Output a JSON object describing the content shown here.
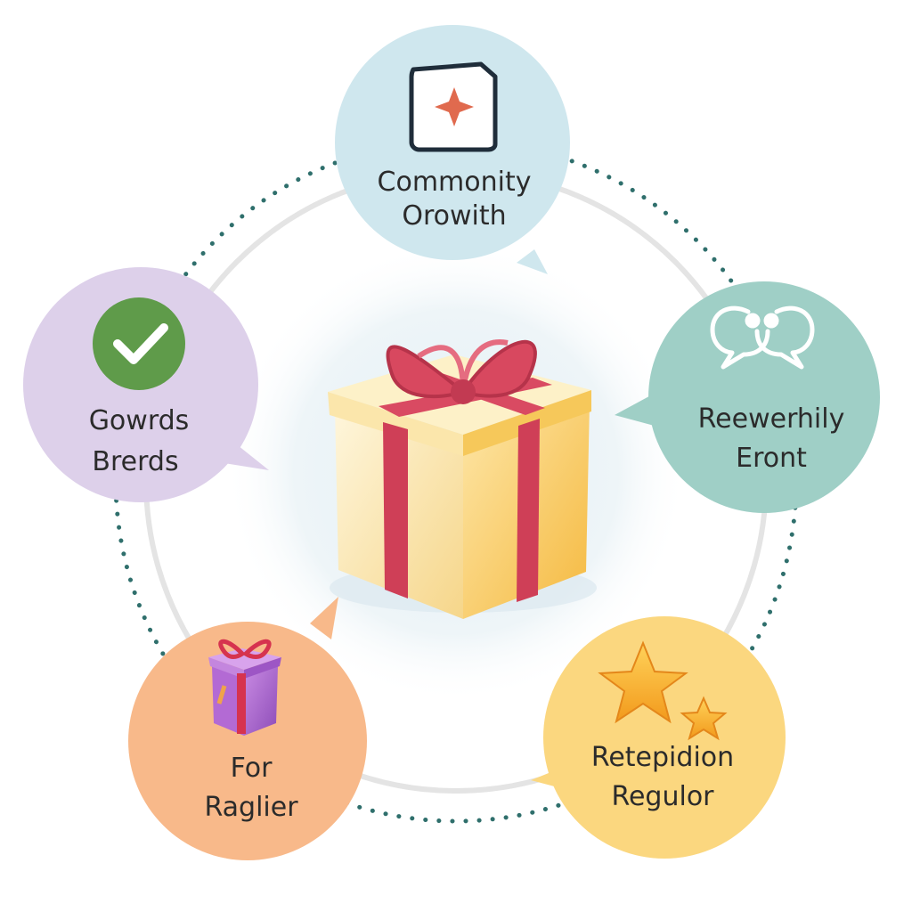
{
  "diagram": {
    "center": {
      "name": "gift-box",
      "icon": "gift-box-icon"
    },
    "nodes": [
      {
        "id": "top",
        "lines": [
          "Commonity",
          "Orowith"
        ],
        "icon": "document-sparkle-icon",
        "color": "#cfe7ee"
      },
      {
        "id": "right",
        "lines": [
          "Reewerhily",
          "Eront"
        ],
        "icon": "chat-bubbles-icon",
        "color": "#9fcfc6"
      },
      {
        "id": "bottom-right",
        "lines": [
          "Retepidion",
          "Regulor"
        ],
        "icon": "stars-icon",
        "color": "#fbd77f"
      },
      {
        "id": "bottom-left",
        "lines": [
          "For",
          "Raglier"
        ],
        "icon": "small-gift-icon",
        "color": "#f8b98a"
      },
      {
        "id": "left",
        "lines": [
          "Gowrds",
          "Brerds"
        ],
        "icon": "checkmark-icon",
        "color": "#ddd0ea"
      }
    ],
    "colors": {
      "dotted_ring": "#2f6f6c",
      "inner_ring": "#e6e6e6",
      "center_glow": "#eaf3f7",
      "ribbon": "#cf3f57",
      "box_front": "#f7c75e",
      "box_side": "#fbe3a6",
      "box_top": "#fdf0c6"
    }
  }
}
